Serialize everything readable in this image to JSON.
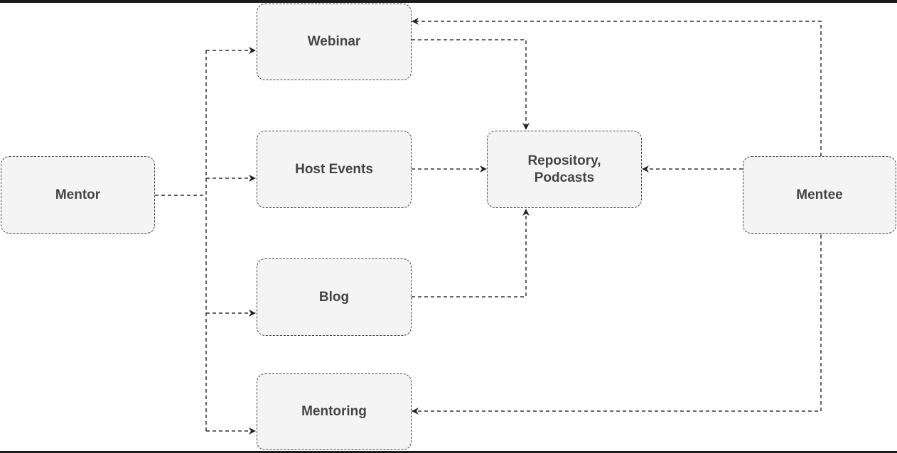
{
  "diagram": {
    "nodes": {
      "mentor": "Mentor",
      "webinar": "Webinar",
      "host_events": "Host Events",
      "blog": "Blog",
      "mentoring": "Mentoring",
      "repository": "Repository,\nPodcasts",
      "mentee": "Mentee"
    },
    "edges": [
      {
        "from": "mentor",
        "to": "webinar",
        "style": "dashed"
      },
      {
        "from": "mentor",
        "to": "host_events",
        "style": "dashed"
      },
      {
        "from": "mentor",
        "to": "blog",
        "style": "dashed"
      },
      {
        "from": "mentor",
        "to": "mentoring",
        "style": "dashed"
      },
      {
        "from": "webinar",
        "to": "repository",
        "style": "dashed"
      },
      {
        "from": "host_events",
        "to": "repository",
        "style": "dashed"
      },
      {
        "from": "blog",
        "to": "repository",
        "style": "dashed"
      },
      {
        "from": "mentee",
        "to": "repository",
        "style": "dashed"
      },
      {
        "from": "mentee",
        "to": "webinar",
        "style": "dashed"
      },
      {
        "from": "mentee",
        "to": "mentoring",
        "style": "dashed",
        "bidirectional": true
      }
    ],
    "colors": {
      "node_fill": "#f3f4f3",
      "stroke": "#333333",
      "text": "#444444"
    }
  }
}
